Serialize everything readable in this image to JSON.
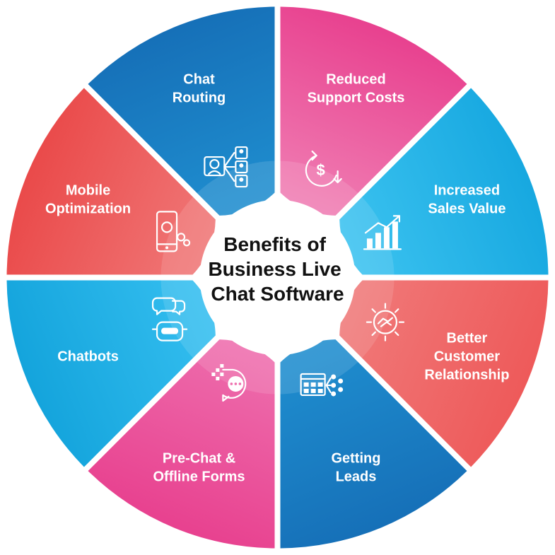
{
  "center": {
    "title_lines": [
      "Benefits of",
      "Business Live",
      "Chat Software"
    ]
  },
  "segments": [
    {
      "id": "reduced-support-costs",
      "lines": [
        "Reduced",
        "Support Costs"
      ],
      "icon": "dollar-refresh-icon",
      "color_a": "#e8418f",
      "color_b": "#f07fb4"
    },
    {
      "id": "increased-sales-value",
      "lines": [
        "Increased",
        "Sales Value"
      ],
      "icon": "growth-chart-icon",
      "color_a": "#17a8e0",
      "color_b": "#3cc3f0"
    },
    {
      "id": "better-customer-relationship",
      "lines": [
        "Better",
        "Customer",
        "Relationship"
      ],
      "icon": "handshake-gear-icon",
      "color_a": "#ee5a5a",
      "color_b": "#f07a7a"
    },
    {
      "id": "getting-leads",
      "lines": [
        "Getting",
        "Leads"
      ],
      "icon": "leads-dashboard-icon",
      "color_a": "#1670b8",
      "color_b": "#1f8fd0"
    },
    {
      "id": "pre-chat-offline-forms",
      "lines": [
        "Pre-Chat &",
        "Offline Forms"
      ],
      "icon": "chat-form-icon",
      "color_a": "#e8418f",
      "color_b": "#ee6fae"
    },
    {
      "id": "chatbots",
      "lines": [
        "Chatbots"
      ],
      "icon": "robot-chat-icon",
      "color_a": "#14a4dc",
      "color_b": "#35bff0"
    },
    {
      "id": "mobile-optimization",
      "lines": [
        "Mobile",
        "Optimization"
      ],
      "icon": "mobile-gears-icon",
      "color_a": "#ea4a4a",
      "color_b": "#f07878"
    },
    {
      "id": "chat-routing",
      "lines": [
        "Chat",
        "Routing"
      ],
      "icon": "routing-agents-icon",
      "color_a": "#1670b8",
      "color_b": "#1f8fd0"
    }
  ]
}
